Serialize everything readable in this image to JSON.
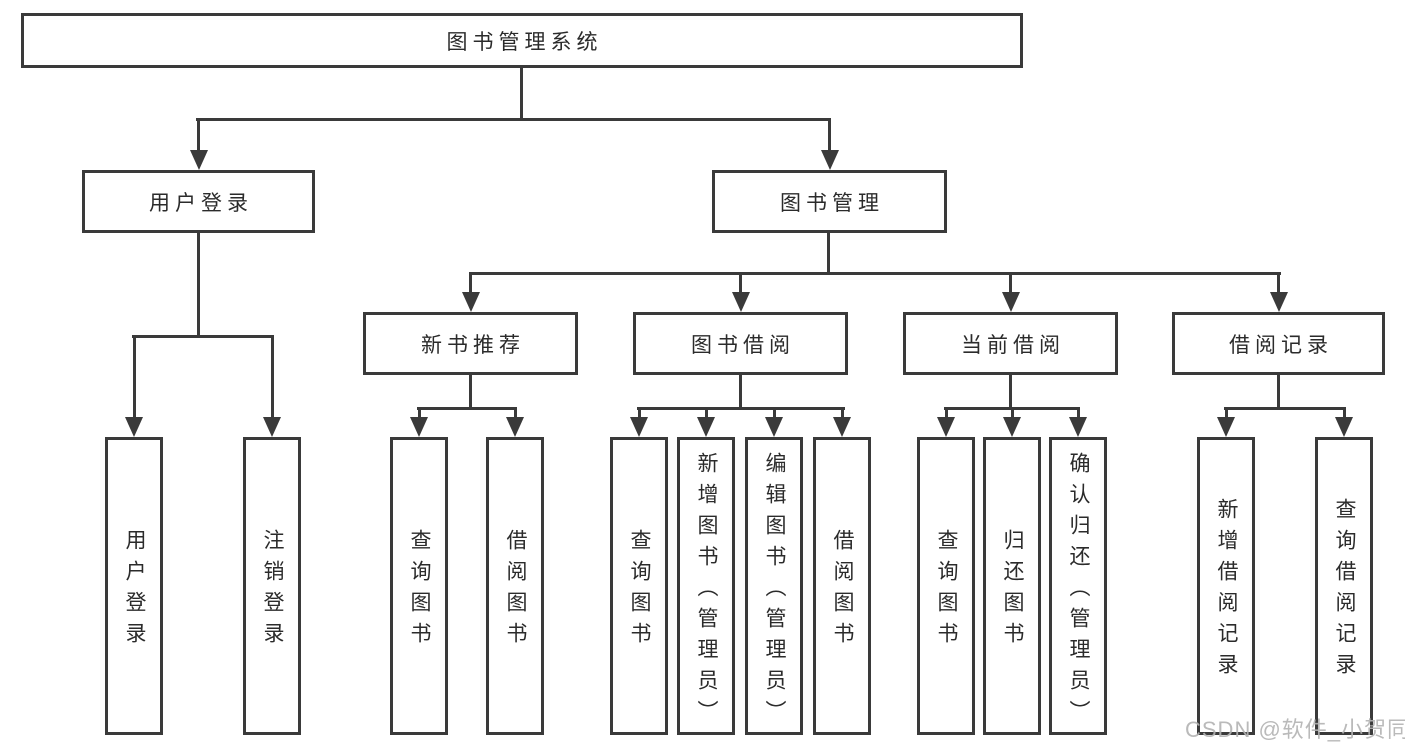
{
  "tree": {
    "root": {
      "label": "图书管理系统"
    },
    "level2": [
      {
        "id": "user-login",
        "label": "用户登录"
      },
      {
        "id": "book-management",
        "label": "图书管理"
      }
    ],
    "level3": [
      {
        "id": "new-book-recommend",
        "label": "新书推荐",
        "parent": "图书管理"
      },
      {
        "id": "book-borrow",
        "label": "图书借阅",
        "parent": "图书管理"
      },
      {
        "id": "current-borrow",
        "label": "当前借阅",
        "parent": "图书管理"
      },
      {
        "id": "borrow-record",
        "label": "借阅记录",
        "parent": "图书管理"
      }
    ],
    "leaves": [
      {
        "label": "用户登录",
        "parent": "用户登录"
      },
      {
        "label": "注销登录",
        "parent": "用户登录"
      },
      {
        "label": "查询图书",
        "parent": "新书推荐"
      },
      {
        "label": "借阅图书",
        "parent": "新书推荐"
      },
      {
        "label": "查询图书",
        "parent": "图书借阅"
      },
      {
        "label": "新增图书（管理员）",
        "parent": "图书借阅"
      },
      {
        "label": "编辑图书（管理员）",
        "parent": "图书借阅"
      },
      {
        "label": "借阅图书",
        "parent": "图书借阅"
      },
      {
        "label": "查询图书",
        "parent": "当前借阅"
      },
      {
        "label": "归还图书",
        "parent": "当前借阅"
      },
      {
        "label": "确认归还（管理员）",
        "parent": "当前借阅"
      },
      {
        "label": "新增借阅记录",
        "parent": "借阅记录"
      },
      {
        "label": "查询借阅记录",
        "parent": "借阅记录"
      }
    ],
    "watermark": "CSDN @软件_小贺同学",
    "colors": {
      "line": "#3a3a3a",
      "text": "#2b2b2b",
      "watermark": "#b3b3b3",
      "background": "#ffffff"
    }
  }
}
